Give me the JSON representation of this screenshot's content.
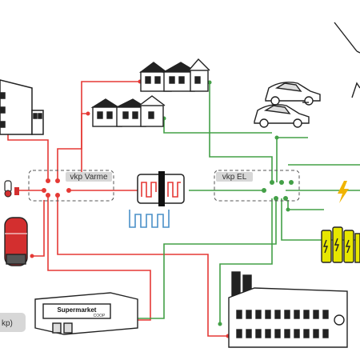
{
  "hubs": {
    "heat": {
      "label": "vkp Varme"
    },
    "power": {
      "label": "vkp EL"
    }
  },
  "buildings": {
    "supermarket": {
      "name": "Supermarket",
      "sub": "COOP"
    }
  },
  "legend": {
    "partial_label": "kp)"
  },
  "colors": {
    "heat_line": "#e53935",
    "power_line": "#43a047",
    "battery": "#e6e600",
    "tank": "#d32f2f",
    "heatpump_lines": "#4a90c8",
    "lightning": "#f0b400"
  }
}
